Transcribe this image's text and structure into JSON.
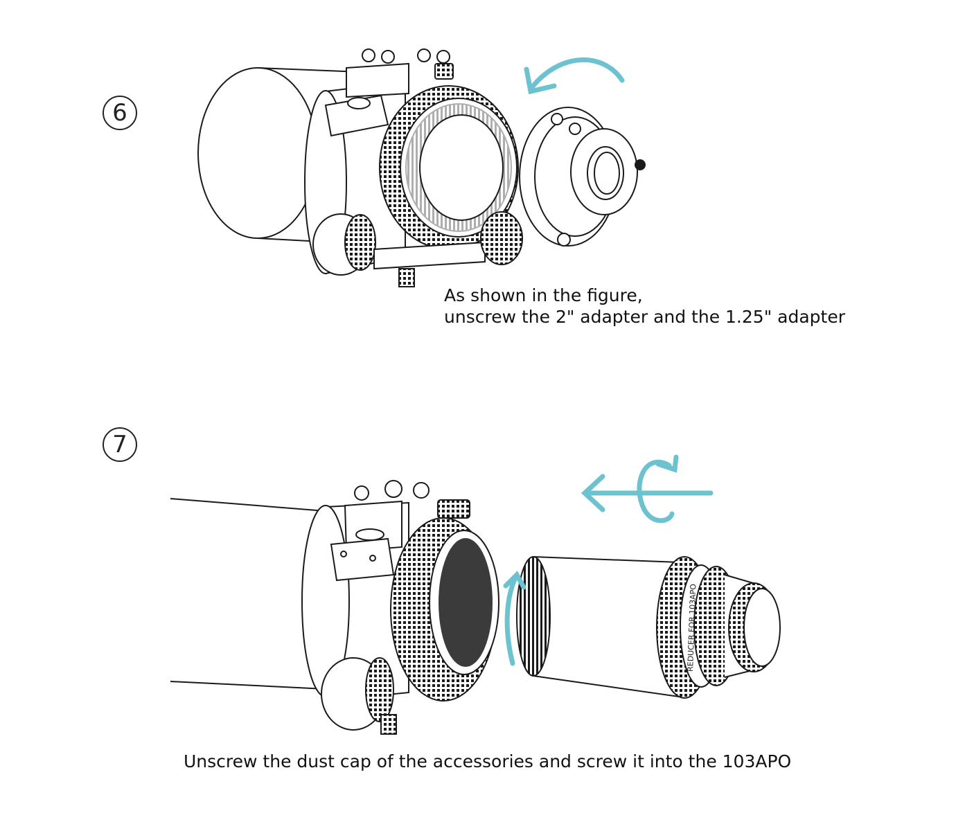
{
  "steps": [
    {
      "number": "6",
      "caption_lines": [
        "As shown in the figure,",
        "unscrew the 2\" adapter and the 1.25\" adapter"
      ],
      "arrow_color": "#6cc3cf"
    },
    {
      "number": "7",
      "caption": "Unscrew the dust cap of the accessories and screw it into the 103APO",
      "arrow_color": "#6cc3cf",
      "reducer_text": "REDUCER FOR 103APO"
    }
  ],
  "colors": {
    "line": "#1a1a1a",
    "accent": "#6cc3cf"
  }
}
